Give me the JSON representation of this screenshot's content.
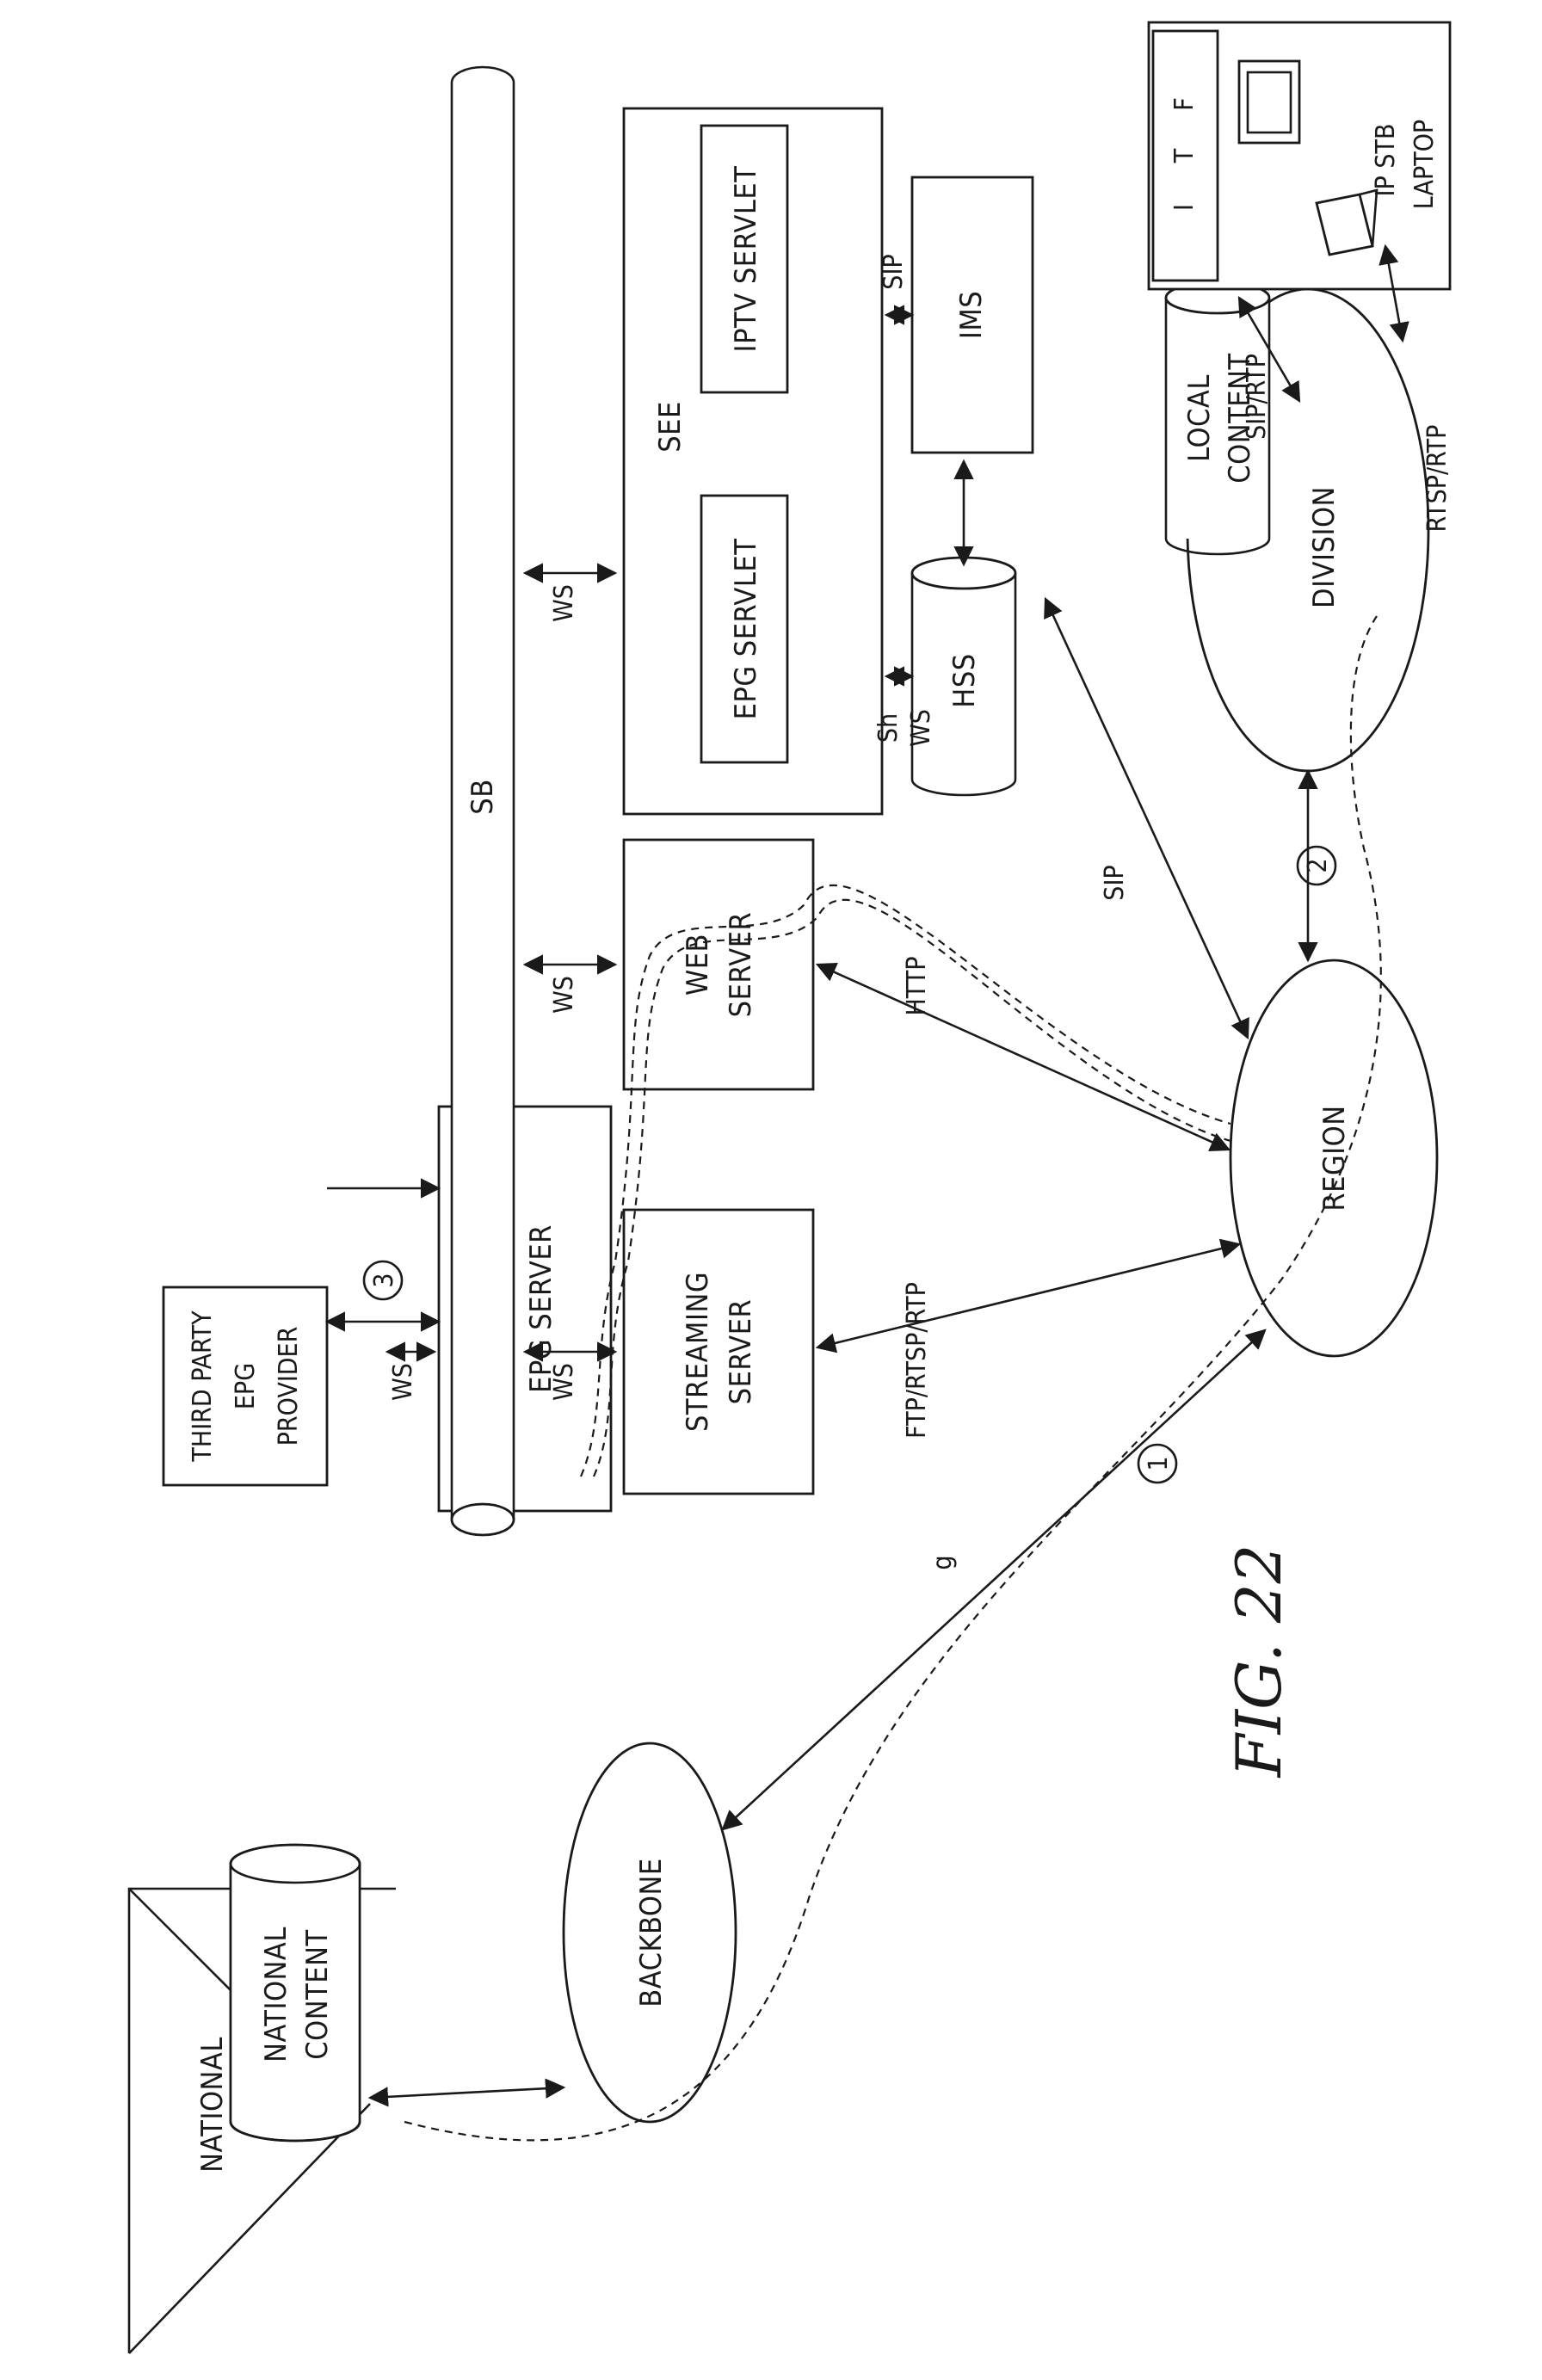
{
  "diagram": {
    "figure_label": "FIG. 22",
    "nodes": {
      "national": "NATIONAL",
      "national_content": [
        "NATIONAL",
        "CONTENT"
      ],
      "backbone": "BACKBONE",
      "third_party_epg_provider": [
        "THIRD PARTY",
        "EPG",
        "PROVIDER"
      ],
      "epg_server": "EPG SERVER",
      "sb": "SB",
      "streaming_server": [
        "STREAMING",
        "SERVER"
      ],
      "web_server": [
        "WEB",
        "SERVER"
      ],
      "see": "SEE",
      "epg_servlet": "EPG SERVLET",
      "iptv_servlet": "IPTV SERVLET",
      "hss": "HSS",
      "ims": "IMS",
      "region": "REGION",
      "division": "DIVISION",
      "local_content": [
        "LOCAL",
        "CONTENT"
      ],
      "itf": [
        "I",
        "T",
        "F"
      ],
      "ip_stb": "IP STB",
      "laptop": "LAPTOP"
    },
    "protocols": {
      "ws_epg": "WS",
      "ws_streaming": "WS",
      "ws_web": "WS",
      "ws_see": "WS",
      "sh_ws": [
        "Sh",
        "WS"
      ],
      "sip_ims": "SIP",
      "sip_region": "SIP",
      "http": "HTTP",
      "ftp_rtsp_rtp": "FTP/RTSP/RTP",
      "sip_rtp": "SIP/RTP",
      "rtsp_rtp": "RTSP/RTP"
    },
    "path_markers": {
      "marker_1": "1",
      "marker_2": "2",
      "marker_3": "3",
      "g_label": "g"
    }
  }
}
